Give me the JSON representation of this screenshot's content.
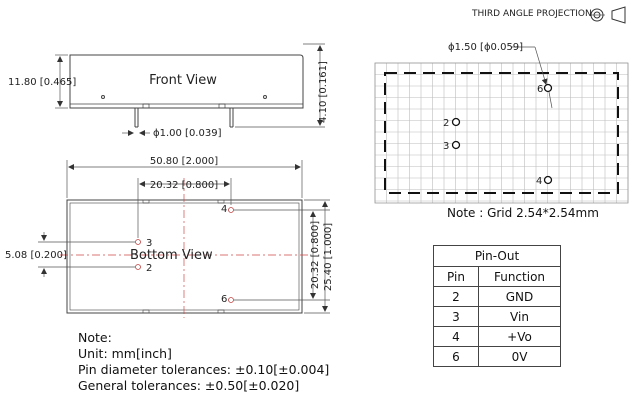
{
  "header": {
    "projection_label": "THIRD ANGLE PROJECTION",
    "projection_icon": "third-angle-projection-icon"
  },
  "front_view": {
    "title": "Front View",
    "height_dim": "11.80 [0.465]",
    "pin_length_dim": "4.10 [0.161]",
    "pin_diameter_dim": "ϕ1.00 [0.039]"
  },
  "bottom_view": {
    "title": "Bottom View",
    "width_dim": "50.80 [2.000]",
    "pin_spacing_dim": "20.32 [0.800]",
    "pin_offset_dim": "5.08 [0.200]",
    "pin_height_dim": "20.32 [0.800]",
    "body_height_dim": "25.40 [1.000]",
    "pins": [
      {
        "number": "2"
      },
      {
        "number": "3"
      },
      {
        "number": "4"
      },
      {
        "number": "6"
      }
    ]
  },
  "grid_view": {
    "pin_diameter_callout": "ϕ1.50 [ϕ0.059]",
    "grid_note": "Note : Grid 2.54*2.54mm",
    "pins": [
      {
        "number": "6"
      },
      {
        "number": "2"
      },
      {
        "number": "3"
      },
      {
        "number": "4"
      }
    ]
  },
  "pinout": {
    "title": "Pin-Out",
    "headers": [
      "Pin",
      "Function"
    ],
    "rows": [
      {
        "pin": "2",
        "function": "GND"
      },
      {
        "pin": "3",
        "function": "Vin"
      },
      {
        "pin": "4",
        "function": "+Vo"
      },
      {
        "pin": "6",
        "function": "0V"
      }
    ]
  },
  "notes": {
    "title": "Note:",
    "lines": [
      "Unit: mm[inch]",
      "Pin diameter tolerances: ±0.10[±0.004]",
      "General tolerances: ±0.50[±0.020]"
    ]
  }
}
